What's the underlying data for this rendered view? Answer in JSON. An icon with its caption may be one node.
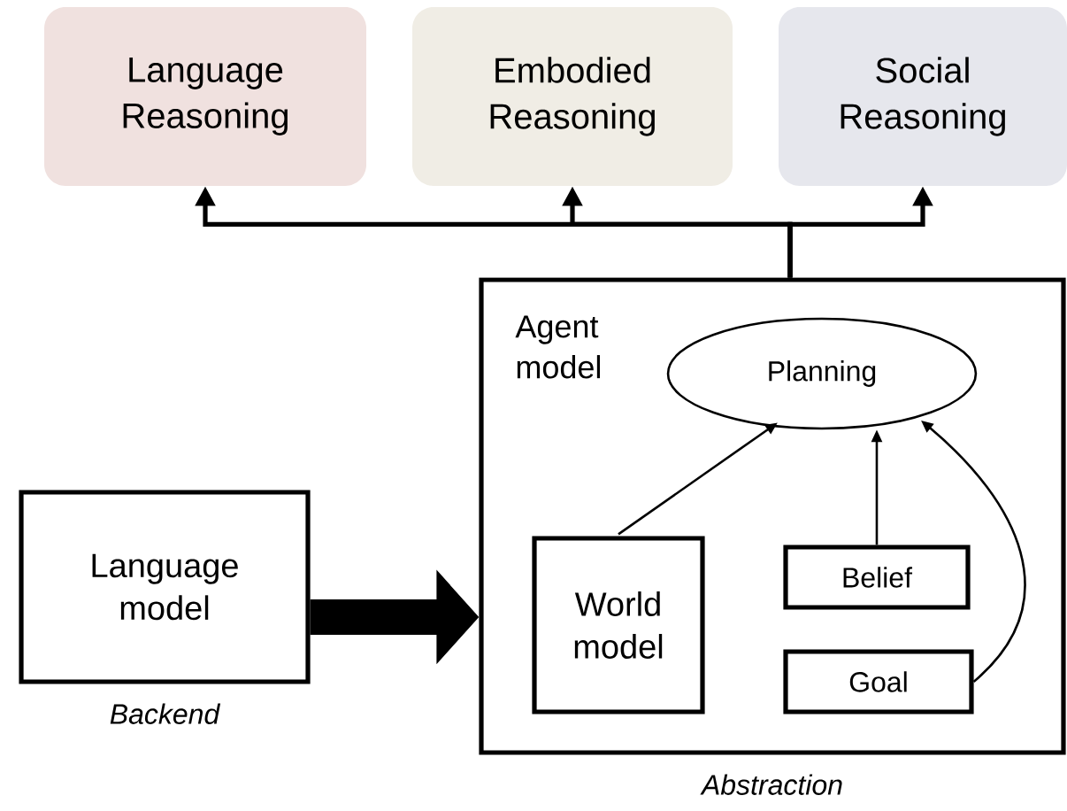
{
  "diagram": {
    "nodes": [
      {
        "text": [
          "Language Reasoning"
        ]
      },
      {
        "text": [
          "Embodied Reasoning"
        ]
      },
      {
        "text": [
          "Social Reasoning"
        ]
      },
      {
        "text": [
          "Language model"
        ],
        "beside": [
          "Backend"
        ]
      },
      {
        "text": [
          "Agent model"
        ],
        "beside": [
          "Abstraction"
        ]
      },
      {
        "text": [
          "Planning"
        ],
        "in": 4
      },
      {
        "text": [
          "World model"
        ],
        "in": 4
      },
      {
        "text": [
          "Belief"
        ],
        "in": 4
      },
      {
        "text": [
          "Goal"
        ],
        "in": 4
      }
    ],
    "edges": [
      {
        "from": 4,
        "to": 0,
        "arrow": "to"
      },
      {
        "from": 4,
        "to": 1,
        "arrow": "to"
      },
      {
        "from": 4,
        "to": 2,
        "arrow": "to"
      },
      {
        "from": 3,
        "to": 4,
        "arrow": "to",
        "style": "thick"
      },
      {
        "from": 6,
        "to": 5,
        "arrow": "to"
      },
      {
        "from": 7,
        "to": 5,
        "arrow": "to"
      },
      {
        "from": 8,
        "to": 5,
        "arrow": "to"
      }
    ]
  }
}
